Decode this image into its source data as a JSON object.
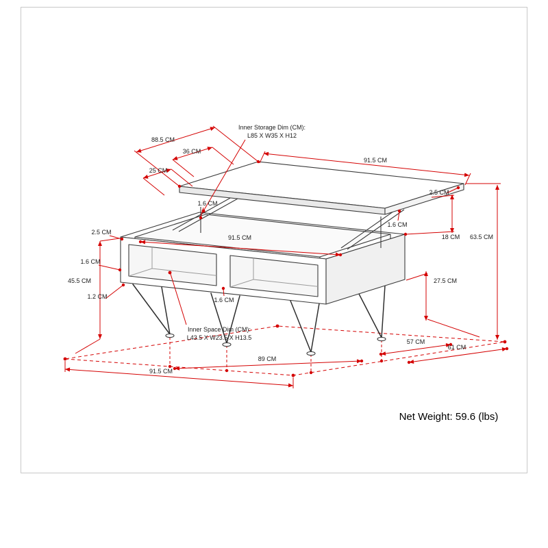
{
  "diagram": {
    "net_weight": "Net Weight: 59.6 (lbs)",
    "annotations": {
      "inner_storage": {
        "line1": "Inner Storage Dim (CM):",
        "line2": "L85 X W35 X H12"
      },
      "inner_space": {
        "line1": "Inner Space Dim (CM):",
        "line2": "L43.5 X W23.5 X H13.5"
      }
    },
    "dims": {
      "top_depth": "88.5 CM",
      "top_inner": "36 CM",
      "lift_clearance": "25 CM",
      "top_length": "91.5 CM",
      "top_thickness": "2.5 CM",
      "arm_left": "1.6 CM",
      "arm_right": "1.6 CM",
      "gap_right": "18 CM",
      "overall_height": "63.5 CM",
      "body_top_thickness": "2.5 CM",
      "body_length": "91.5 CM",
      "side_panel": "1.6 CM",
      "body_height": "45.5 CM",
      "bottom_panel": "1.2 CM",
      "divider": "1.6 CM",
      "leg_height": "27.5 CM",
      "feet_depth_inner": "57 CM",
      "feet_depth_outer": "61 CM",
      "feet_length": "89 CM",
      "floor_length": "91.5 CM"
    },
    "colors": {
      "dimension_red": "#d40000",
      "drawing_line": "#3a3a3a",
      "frame_border": "#c8c8c8"
    }
  }
}
